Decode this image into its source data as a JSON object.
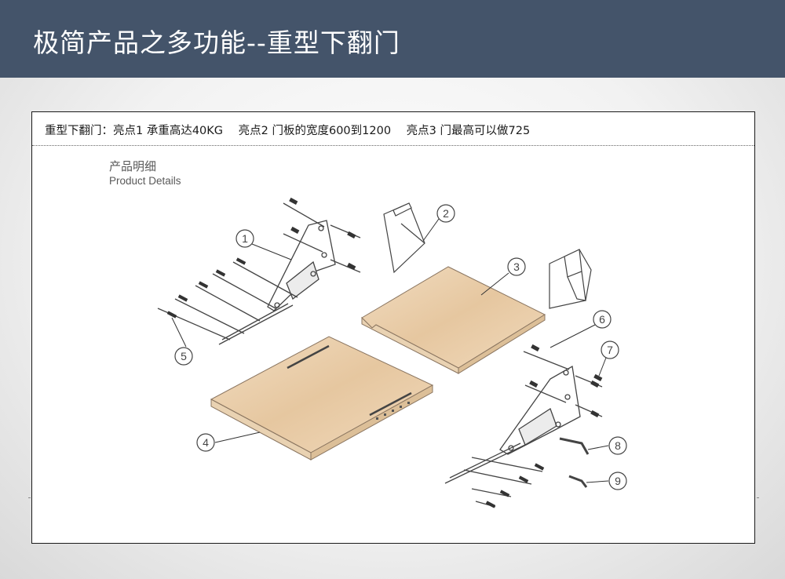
{
  "slide": {
    "title": "极简产品之多功能--重型下翻门"
  },
  "highlights": [
    "重型下翻门：亮点1 承重高达40KG",
    "亮点2  门板的宽度600到1200",
    "亮点3  门最高可以做725"
  ],
  "details": {
    "title_cn": "产品明细",
    "title_en": "Product Details"
  },
  "diagram": {
    "callouts": [
      "1",
      "2",
      "3",
      "4",
      "5",
      "6",
      "7",
      "8",
      "9"
    ]
  }
}
